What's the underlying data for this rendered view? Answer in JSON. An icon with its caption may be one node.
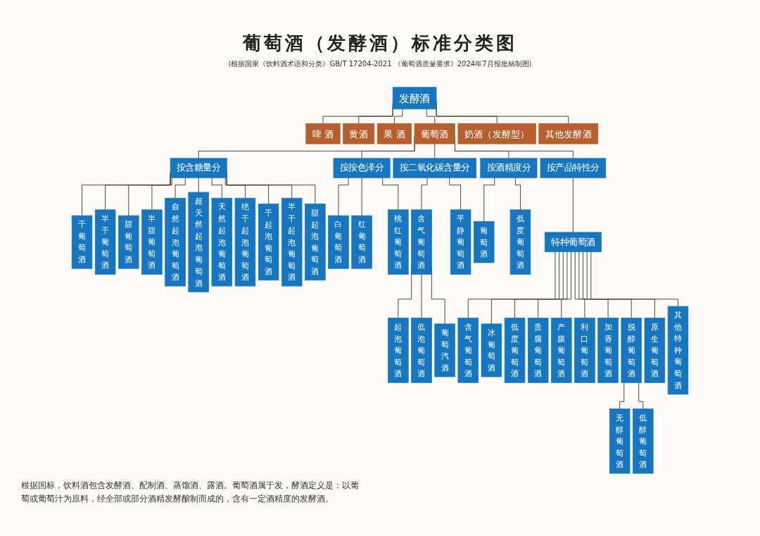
{
  "diagram": {
    "title": "葡萄酒（发酵酒）标准分类图",
    "caption": "(根据国家《饮料酒术语和分类》GB/T 17204-2021 《葡萄酒质量要求》2024年7月报批稿制图)",
    "nodes": [
      {
        "text": [
          "发酵酒"
        ]
      },
      {
        "text": [
          "啤 酒"
        ]
      },
      {
        "text": [
          "黄酒"
        ]
      },
      {
        "text": [
          "果 酒"
        ]
      },
      {
        "text": [
          "葡萄酒"
        ]
      },
      {
        "text": [
          "奶酒（发酵型）"
        ]
      },
      {
        "text": [
          "其他发酵酒"
        ]
      },
      {
        "text": [
          "按含糖量分"
        ]
      },
      {
        "text": [
          "按按色泽分"
        ]
      },
      {
        "text": [
          "按二氧化碳含量分"
        ]
      },
      {
        "text": [
          "按酒精度分"
        ]
      },
      {
        "text": [
          "按产品特性分"
        ]
      },
      {
        "text": [
          "特种葡萄酒"
        ]
      },
      {
        "text": [
          "干葡萄酒"
        ]
      },
      {
        "text": [
          "半干葡萄酒"
        ]
      },
      {
        "text": [
          "甜葡萄酒"
        ]
      },
      {
        "text": [
          "半甜葡萄酒"
        ]
      },
      {
        "text": [
          "自然起泡葡萄酒"
        ]
      },
      {
        "text": [
          "超天然起泡葡萄酒"
        ]
      },
      {
        "text": [
          "天然起泡葡萄酒"
        ]
      },
      {
        "text": [
          "绝干起泡葡萄酒"
        ]
      },
      {
        "text": [
          "干起泡葡萄酒"
        ]
      },
      {
        "text": [
          "半干起泡葡萄酒"
        ]
      },
      {
        "text": [
          "甜起泡葡萄酒"
        ]
      },
      {
        "text": [
          "白葡萄酒"
        ]
      },
      {
        "text": [
          "红葡萄酒"
        ]
      },
      {
        "text": [
          "桃红葡萄酒"
        ]
      },
      {
        "text": [
          "含气葡萄酒"
        ]
      },
      {
        "text": [
          "平静葡萄酒"
        ]
      },
      {
        "text": [
          "起泡葡萄酒"
        ]
      },
      {
        "text": [
          "低泡葡萄酒"
        ]
      },
      {
        "text": [
          "葡萄汽酒"
        ]
      },
      {
        "text": [
          "葡萄酒"
        ]
      },
      {
        "text": [
          "低度葡萄酒"
        ]
      },
      {
        "text": [
          "含气葡萄酒"
        ]
      },
      {
        "text": [
          "冰葡萄酒"
        ]
      },
      {
        "text": [
          "低度葡萄酒"
        ]
      },
      {
        "text": [
          "贵腐葡萄酒"
        ]
      },
      {
        "text": [
          "产膜葡萄酒"
        ]
      },
      {
        "text": [
          "利口葡萄酒"
        ]
      },
      {
        "text": [
          "加香葡萄酒"
        ]
      },
      {
        "text": [
          "脱醇葡萄酒"
        ]
      },
      {
        "text": [
          "原生葡萄酒"
        ]
      },
      {
        "text": [
          "其他特种葡萄酒"
        ]
      },
      {
        "text": [
          "无醇葡萄酒"
        ]
      },
      {
        "text": [
          "低醇葡萄酒"
        ]
      }
    ],
    "edges": [
      {
        "from": 0,
        "to": 1,
        "arrow": "none"
      },
      {
        "from": 0,
        "to": 2,
        "arrow": "none"
      },
      {
        "from": 0,
        "to": 3,
        "arrow": "none"
      },
      {
        "from": 0,
        "to": 4,
        "arrow": "none"
      },
      {
        "from": 0,
        "to": 5,
        "arrow": "none"
      },
      {
        "from": 0,
        "to": 6,
        "arrow": "none"
      },
      {
        "from": 4,
        "to": 7,
        "arrow": "none"
      },
      {
        "from": 4,
        "to": 8,
        "arrow": "none"
      },
      {
        "from": 4,
        "to": 9,
        "arrow": "none"
      },
      {
        "from": 4,
        "to": 10,
        "arrow": "none"
      },
      {
        "from": 4,
        "to": 11,
        "arrow": "none"
      },
      {
        "from": 11,
        "to": 12,
        "arrow": "none"
      },
      {
        "from": 7,
        "to": 13,
        "arrow": "none"
      },
      {
        "from": 7,
        "to": 14,
        "arrow": "none"
      },
      {
        "from": 7,
        "to": 15,
        "arrow": "none"
      },
      {
        "from": 7,
        "to": 16,
        "arrow": "none"
      },
      {
        "from": 7,
        "to": 17,
        "arrow": "none"
      },
      {
        "from": 7,
        "to": 18,
        "arrow": "none"
      },
      {
        "from": 7,
        "to": 19,
        "arrow": "none"
      },
      {
        "from": 7,
        "to": 20,
        "arrow": "none"
      },
      {
        "from": 7,
        "to": 21,
        "arrow": "none"
      },
      {
        "from": 7,
        "to": 22,
        "arrow": "none"
      },
      {
        "from": 7,
        "to": 23,
        "arrow": "none"
      },
      {
        "from": 8,
        "to": 24,
        "arrow": "none"
      },
      {
        "from": 8,
        "to": 25,
        "arrow": "none"
      },
      {
        "from": 8,
        "to": 26,
        "arrow": "none"
      },
      {
        "from": 9,
        "to": 27,
        "arrow": "none"
      },
      {
        "from": 9,
        "to": 28,
        "arrow": "none"
      },
      {
        "from": 27,
        "to": 29,
        "arrow": "none"
      },
      {
        "from": 27,
        "to": 30,
        "arrow": "none"
      },
      {
        "from": 27,
        "to": 31,
        "arrow": "none"
      },
      {
        "from": 10,
        "to": 32,
        "arrow": "none"
      },
      {
        "from": 10,
        "to": 33,
        "arrow": "none"
      },
      {
        "from": 12,
        "to": 34,
        "arrow": "none"
      },
      {
        "from": 12,
        "to": 35,
        "arrow": "none"
      },
      {
        "from": 12,
        "to": 36,
        "arrow": "none"
      },
      {
        "from": 12,
        "to": 37,
        "arrow": "none"
      },
      {
        "from": 12,
        "to": 38,
        "arrow": "none"
      },
      {
        "from": 12,
        "to": 39,
        "arrow": "none"
      },
      {
        "from": 12,
        "to": 40,
        "arrow": "none"
      },
      {
        "from": 12,
        "to": 41,
        "arrow": "none"
      },
      {
        "from": 12,
        "to": 42,
        "arrow": "none"
      },
      {
        "from": 12,
        "to": 43,
        "arrow": "none"
      },
      {
        "from": 41,
        "to": 44,
        "arrow": "none"
      },
      {
        "from": 41,
        "to": 45,
        "arrow": "none"
      }
    ],
    "labels": [
      "根据国标，饮料酒包含发酵酒、配制酒、蒸馏酒、露酒。葡萄酒属于发，酵酒定义是：以葡萄或葡萄汁为原料，经全部或部分酒精发酵酿制而成的，含有一定酒精度的发酵酒。"
    ]
  }
}
